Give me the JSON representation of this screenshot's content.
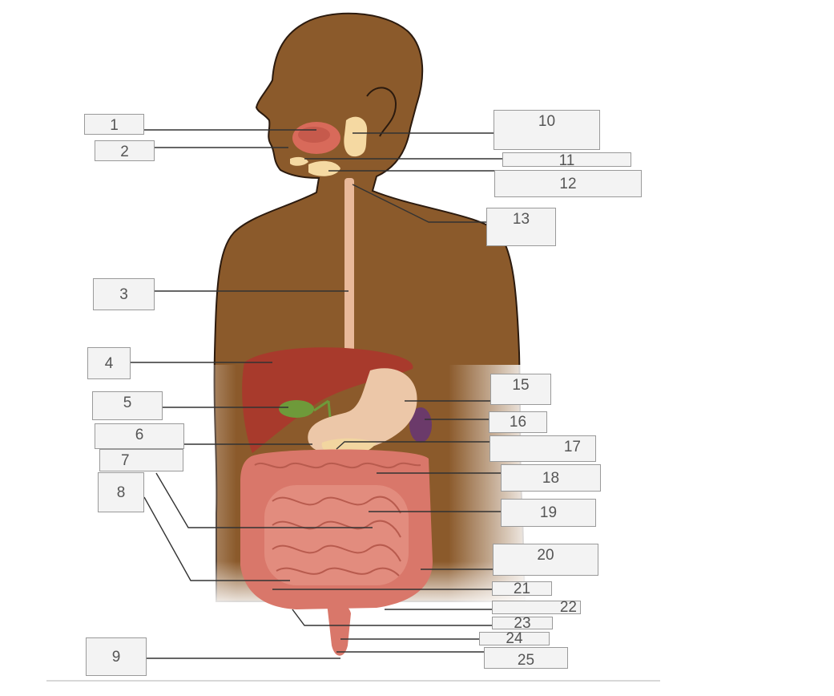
{
  "labels": {
    "l1": "1",
    "l2": "2",
    "l3": "3",
    "l4": "4",
    "l5": "5",
    "l6": "6",
    "l7": "7",
    "l8": "8",
    "l9": "9",
    "l10": "10",
    "l11": "11",
    "l12": "12",
    "l13": "13",
    "l15": "15",
    "l16": "16",
    "l17": "17",
    "l18": "18",
    "l19": "19",
    "l20": "20",
    "l21": "21",
    "l22": "22",
    "l23": "23",
    "l24": "24",
    "l25": "25"
  },
  "colors": {
    "skin": "#8B5A2B",
    "skin_outline": "#2b1a0e",
    "liver": "#a83a2c",
    "stomach": "#ecc7a8",
    "esophagus": "#e9b99a",
    "gallbladder": "#6e9a3a",
    "spleen": "#6b3a6a",
    "pancreas": "#f2d6a0",
    "intestine": "#d9776a",
    "salivary": "#f5d9a2",
    "tongue": "#d86a5a",
    "leader_line": "#333333"
  }
}
